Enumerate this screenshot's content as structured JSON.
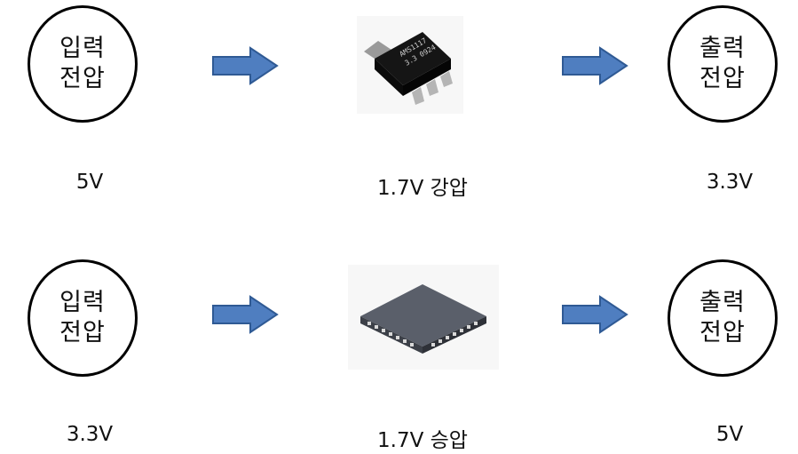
{
  "rows": [
    {
      "input": {
        "line1": "입력",
        "line2": "전압",
        "value": "5V"
      },
      "converter": {
        "chip_icon": "ams1117-sot223-regulator",
        "chip_marking_1": "AMS1117",
        "chip_marking_2": "3.3 0924",
        "caption": "1.7V 강압"
      },
      "output": {
        "line1": "출력",
        "line2": "전압",
        "value": "3.3V"
      }
    },
    {
      "input": {
        "line1": "입력",
        "line2": "전압",
        "value": "3.3V"
      },
      "converter": {
        "chip_icon": "qfn-boost-converter",
        "caption": "1.7V 승압"
      },
      "output": {
        "line1": "출력",
        "line2": "전압",
        "value": "5V"
      }
    }
  ],
  "colors": {
    "arrow_fill": "#4f7ec0",
    "arrow_stroke": "#2f5a94",
    "circle_border": "#000000"
  }
}
